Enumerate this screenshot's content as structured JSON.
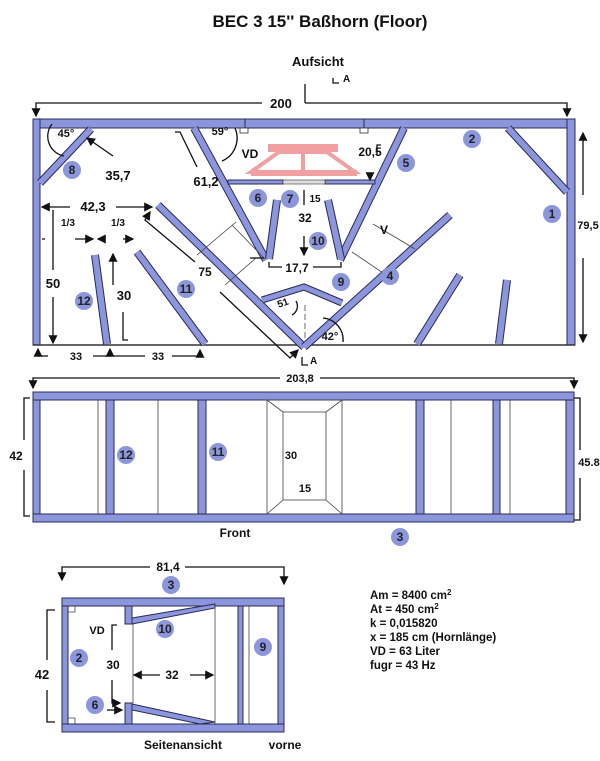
{
  "title": "BEC 3 15'' Baßhorn (Floor)",
  "colors": {
    "panel": "#8c96dc",
    "speaker": "#f0a0a0",
    "outline": "#2a2a55"
  },
  "top_view": {
    "heading": "Aufsicht",
    "section_marker": "A",
    "section_marker_bottom": "A",
    "dims": {
      "width": "200",
      "height": "79,5",
      "angle_left": "45°",
      "angle_v": "59°",
      "vd": "VD",
      "d20_5": "20,5",
      "d35_7": "35,7",
      "d61_2": "61,2",
      "d15": "15",
      "d32": "32",
      "d42_3": "42,3",
      "third_a": "1/3",
      "third_b": "1/3",
      "v": "V",
      "d17_7": "17,7",
      "d50": "50",
      "d30": "30",
      "d75": "75",
      "d51": "51",
      "angle_bottom": "42°",
      "d33_a": "33",
      "d33_b": "33"
    },
    "parts": [
      "8",
      "2",
      "5",
      "6",
      "7",
      "10",
      "9",
      "4",
      "1",
      "11",
      "12"
    ]
  },
  "front_view": {
    "label": "Front",
    "dims": {
      "width": "203,8",
      "height_left": "42",
      "height_right": "45.8",
      "d30": "30",
      "d15": "15"
    },
    "parts": [
      "12",
      "11",
      "3"
    ]
  },
  "side_view": {
    "label": "Seitenansicht",
    "front_label": "vorne",
    "dims": {
      "width": "81,4",
      "height": "42",
      "vd": "VD",
      "d30": "30",
      "d32": "32"
    },
    "parts": [
      "3",
      "10",
      "2",
      "9",
      "6"
    ]
  },
  "specs": [
    {
      "text": "Am = 8400 cm",
      "sup": "2"
    },
    {
      "text": "At = 450 cm",
      "sup": "2"
    },
    {
      "text": "k = 0,015820",
      "sup": ""
    },
    {
      "text": "x = 185 cm (Hornlänge)",
      "sup": ""
    },
    {
      "text": "VD = 63 Liter",
      "sup": ""
    },
    {
      "text": "fugr = 43 Hz",
      "sup": ""
    }
  ]
}
